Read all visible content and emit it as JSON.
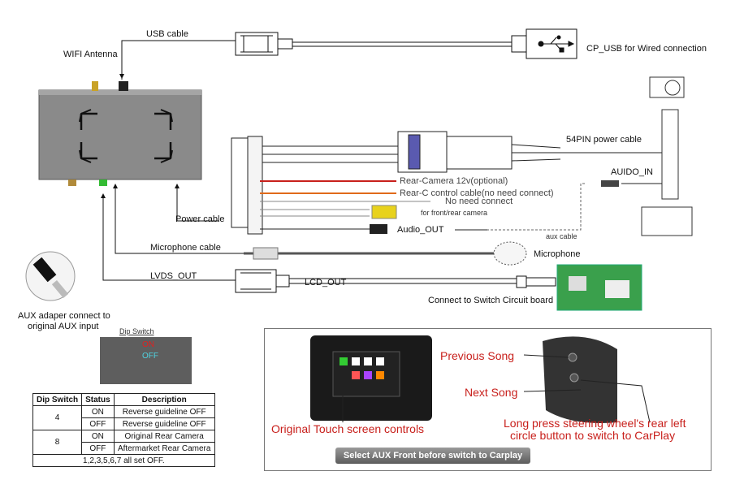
{
  "labels": {
    "usb_cable": "USB cable",
    "wifi_antenna": "WIFI Antenna",
    "cp_usb": "CP_USB for Wired connection",
    "pin54": "54PIN power cable",
    "auido_in": "AUIDO_IN",
    "rear_camera": "Rear-Camera 12v(optional)",
    "rear_c": "Rear-C control cable(no need connect)",
    "no_need": "No need connect",
    "front_rear_cam": "for front/rear camera",
    "audio_out": "Audio_OUT",
    "aux_cable": "aux cable",
    "power_cable": "Power cable",
    "microphone_cable": "Microphone cable",
    "microphone": "Microphone",
    "lvds_out": "LVDS_OUT",
    "lcd_out": "LCD_OUT",
    "switch_board": "Connect to Switch Circuit board",
    "aux_adapter_1": "AUX adaper connect to",
    "aux_adapter_2": "original AUX input",
    "dip_switch_title": "Dip Switch",
    "dip_on": "ON",
    "dip_off": "OFF",
    "previous_song": "Previous Song",
    "next_song": "Next Song",
    "touch_controls": "Original Touch screen controls",
    "long_press_1": "Long press steering wheel's rear left",
    "long_press_2": "circle button to switch to CarPlay",
    "banner": "Select AUX Front before switch to Carplay"
  },
  "colors": {
    "red_text": "#c8201c",
    "box_gray": "#777777",
    "cyan_text": "#4fd3e0"
  },
  "table": {
    "headers": [
      "Dip Switch",
      "Status",
      "Description"
    ],
    "rows": [
      {
        "switch": "4",
        "status": "ON",
        "desc": "Reverse guideline OFF"
      },
      {
        "switch": "",
        "status": "OFF",
        "desc": "Reverse guideline OFF"
      },
      {
        "switch": "8",
        "status": "ON",
        "desc": "Original Rear Camera"
      },
      {
        "switch": "",
        "status": "OFF",
        "desc": "Aftermarket Rear Camera"
      }
    ],
    "footer": "1,2,3,5,6,7 all set OFF."
  }
}
